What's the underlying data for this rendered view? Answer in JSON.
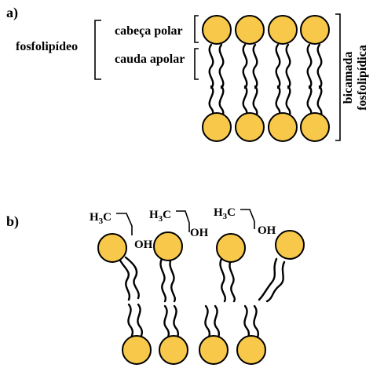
{
  "panel_a": {
    "label": "a)",
    "molecule_label": "fosfolipídeo",
    "head_label": "cabeça polar",
    "tail_label": "cauda apolar",
    "bilayer_label_line1": "bicamada",
    "bilayer_label_line2": "fosfolipídica"
  },
  "panel_b": {
    "label": "b)",
    "ethanol": [
      {
        "h": "H",
        "three": "3",
        "c": "C",
        "oh": "OH"
      },
      {
        "h": "H",
        "three": "3",
        "c": "C",
        "oh": "OH"
      },
      {
        "h": "H",
        "three": "3",
        "c": "C",
        "oh": "OH"
      }
    ]
  },
  "colors": {
    "head_fill": "#F7C84A",
    "outline": "#000000"
  }
}
